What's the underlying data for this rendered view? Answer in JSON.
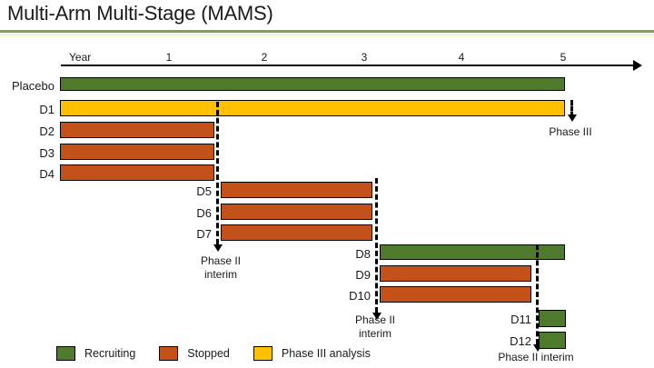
{
  "slide": {
    "title": "Multi-Arm Multi-Stage (MAMS)",
    "accent_color": "#7EA24B",
    "accent_light": "#F2F4E4",
    "background": "#ffffff"
  },
  "colors": {
    "recruiting_green": "#4F7A2E",
    "stopped_orange": "#C2521A",
    "phase3_yellow": "#FFC000",
    "outline": "#000000"
  },
  "chart_data": {
    "type": "bar",
    "title": "Multi-Arm Multi-Stage (MAMS)",
    "xlabel": "Year",
    "ylabel": "",
    "orientation": "horizontal",
    "xlim": [
      0,
      5.6
    ],
    "grid": false,
    "axis": {
      "label": "Year",
      "ticks": [
        1,
        2,
        3,
        4,
        5
      ],
      "tick_labels": [
        "1",
        "2",
        "3",
        "4",
        "5"
      ],
      "arrow": true
    },
    "legend": {
      "position": "bottom-left",
      "entries": [
        {
          "label": "Recruiting",
          "color": "#4F7A2E",
          "key": "green"
        },
        {
          "label": "Stopped",
          "color": "#C2521A",
          "key": "orange"
        },
        {
          "label": "Phase III analysis",
          "color": "#FFC000",
          "key": "yellow"
        }
      ]
    },
    "categories": [
      "Placebo",
      "D1",
      "D2",
      "D3",
      "D4",
      "D5",
      "D6",
      "D7",
      "D8",
      "D9",
      "D10",
      "D11",
      "D12"
    ],
    "bars": [
      {
        "label": "Placebo",
        "start_year": 0.0,
        "end_year": 5.0,
        "status": "Recruiting",
        "color_key": "green"
      },
      {
        "label": "D1",
        "start_year": 0.0,
        "end_year": 5.0,
        "status": "Phase III analysis",
        "color_key": "yellow"
      },
      {
        "label": "D2",
        "start_year": 0.0,
        "end_year": 1.5,
        "status": "Stopped",
        "color_key": "orange"
      },
      {
        "label": "D3",
        "start_year": 0.0,
        "end_year": 1.5,
        "status": "Stopped",
        "color_key": "orange"
      },
      {
        "label": "D4",
        "start_year": 0.0,
        "end_year": 1.5,
        "status": "Stopped",
        "color_key": "orange"
      },
      {
        "label": "D5",
        "start_year": 1.5,
        "end_year": 3.0,
        "status": "Stopped",
        "color_key": "orange"
      },
      {
        "label": "D6",
        "start_year": 1.5,
        "end_year": 3.0,
        "status": "Stopped",
        "color_key": "orange"
      },
      {
        "label": "D7",
        "start_year": 1.5,
        "end_year": 3.0,
        "status": "Stopped",
        "color_key": "orange"
      },
      {
        "label": "D8",
        "start_year": 3.0,
        "end_year": 5.0,
        "status": "Recruiting",
        "color_key": "green"
      },
      {
        "label": "D9",
        "start_year": 3.0,
        "end_year": 4.5,
        "status": "Stopped",
        "color_key": "orange"
      },
      {
        "label": "D10",
        "start_year": 3.0,
        "end_year": 4.5,
        "status": "Stopped",
        "color_key": "orange"
      },
      {
        "label": "D11",
        "start_year": 4.5,
        "end_year": 5.0,
        "status": "Recruiting",
        "color_key": "green"
      },
      {
        "label": "D12",
        "start_year": 4.5,
        "end_year": 5.0,
        "status": "Recruiting",
        "color_key": "green"
      }
    ],
    "annotations": [
      {
        "id": "phase2-interim-1",
        "text": "Phase II\ninterim",
        "at_year": 1.5
      },
      {
        "id": "phase2-interim-2",
        "text": "Phase II\ninterim",
        "at_year": 3.0
      },
      {
        "id": "phase2-interim-3",
        "text": "Phase II interim",
        "at_year": 4.5
      },
      {
        "id": "phase3",
        "text": "Phase III",
        "at_year": 5.0
      }
    ]
  },
  "axis_labels": {
    "year_word": "Year",
    "t1": "1",
    "t2": "2",
    "t3": "3",
    "t4": "4",
    "t5": "5"
  },
  "rows": {
    "placebo": "Placebo",
    "d1": "D1",
    "d2": "D2",
    "d3": "D3",
    "d4": "D4",
    "d5": "D5",
    "d6": "D6",
    "d7": "D7",
    "d8": "D8",
    "d9": "D9",
    "d10": "D10",
    "d11": "D11",
    "d12": "D12"
  },
  "annotations": {
    "phase3": "Phase III",
    "interim1": "Phase II\ninterim",
    "interim2": "Phase II\ninterim",
    "interim3": "Phase II interim"
  },
  "legend": {
    "recruiting": "Recruiting",
    "stopped": "Stopped",
    "phase3_analysis": "Phase III analysis"
  }
}
